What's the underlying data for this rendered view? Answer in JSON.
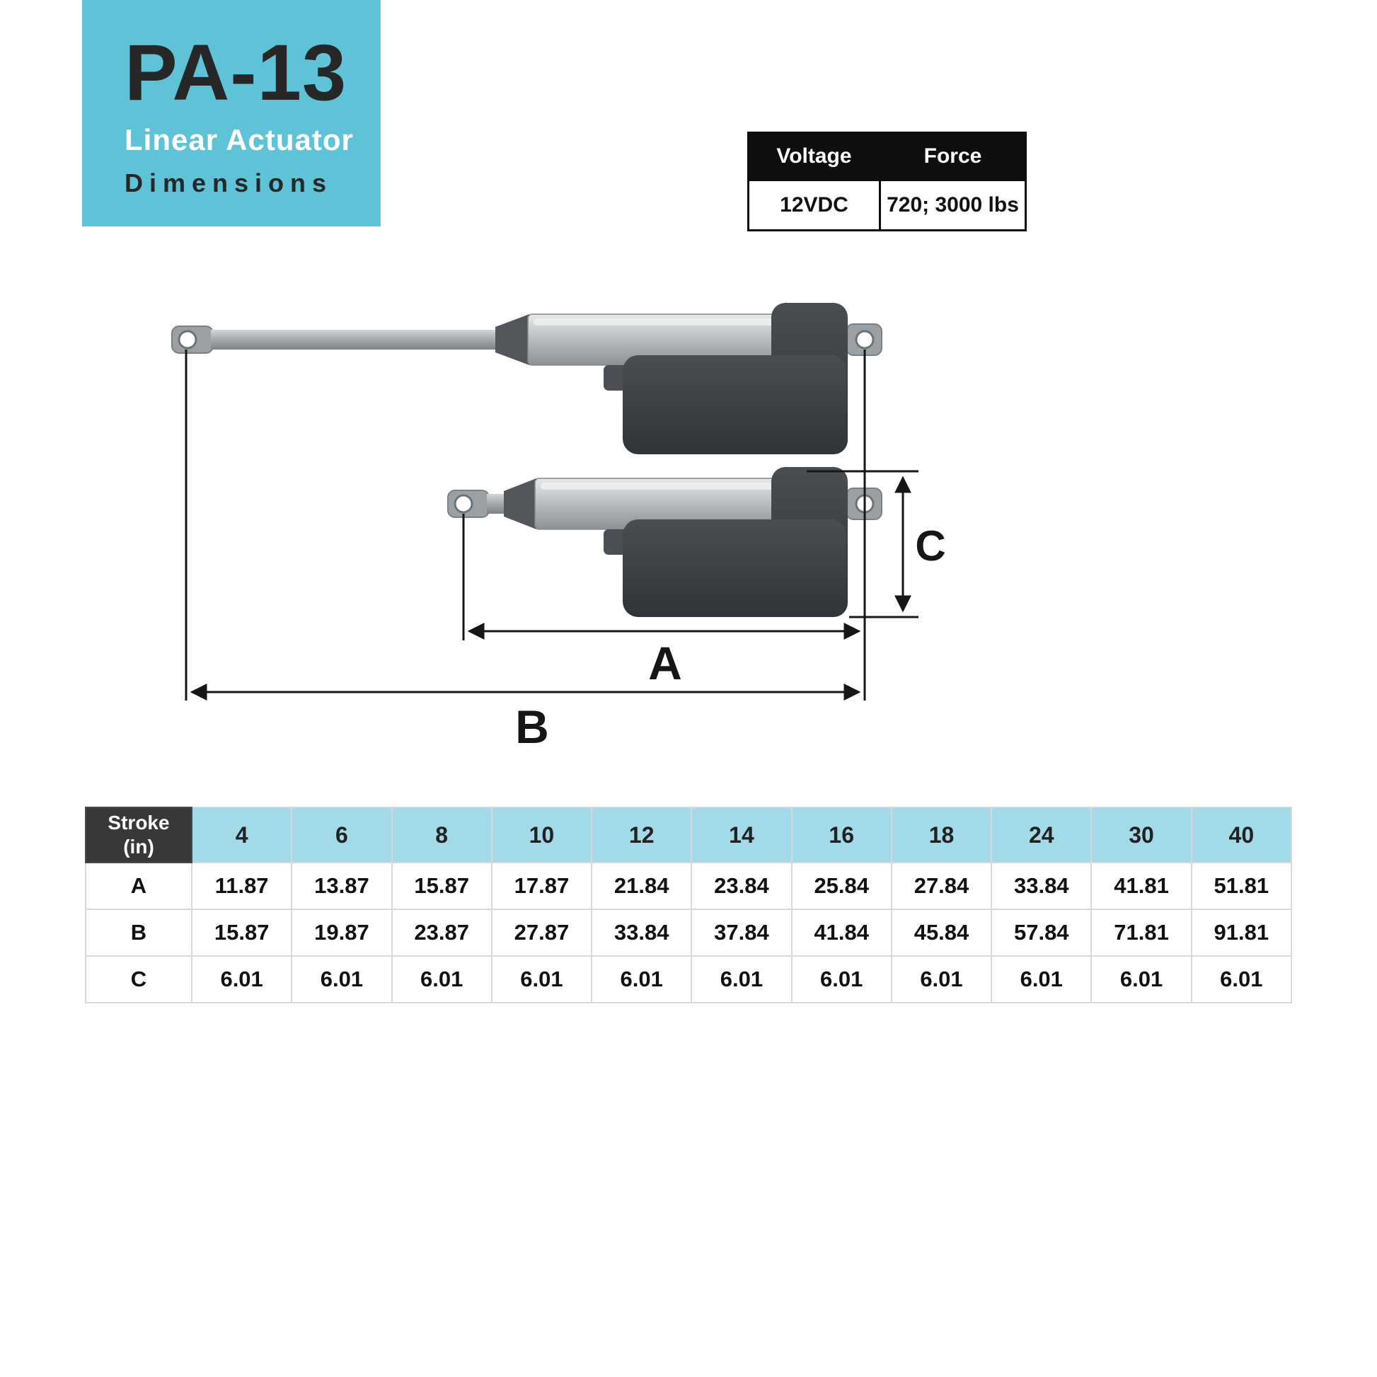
{
  "title_block": {
    "model": "PA-13",
    "line1": "Linear Actuator",
    "line2": "Dimensions"
  },
  "spec_table": {
    "headers": [
      "Voltage",
      "Force"
    ],
    "values": [
      "12VDC",
      "720; 3000 lbs"
    ]
  },
  "diagram": {
    "label_a": "A",
    "label_b": "B",
    "label_c": "C"
  },
  "dimension_table": {
    "corner_line1": "Stroke",
    "corner_line2": "(in)",
    "strokes": [
      "4",
      "6",
      "8",
      "10",
      "12",
      "14",
      "16",
      "18",
      "24",
      "30",
      "40"
    ],
    "rows": [
      {
        "label": "A",
        "values": [
          "11.87",
          "13.87",
          "15.87",
          "17.87",
          "21.84",
          "23.84",
          "25.84",
          "27.84",
          "33.84",
          "41.81",
          "51.81"
        ]
      },
      {
        "label": "B",
        "values": [
          "15.87",
          "19.87",
          "23.87",
          "27.87",
          "33.84",
          "37.84",
          "41.84",
          "45.84",
          "57.84",
          "71.81",
          "91.81"
        ]
      },
      {
        "label": "C",
        "values": [
          "6.01",
          "6.01",
          "6.01",
          "6.01",
          "6.01",
          "6.01",
          "6.01",
          "6.01",
          "6.01",
          "6.01",
          "6.01"
        ]
      }
    ]
  },
  "colors": {
    "teal": "#5EC3D6",
    "tealLight": "#A2DBE7"
  }
}
